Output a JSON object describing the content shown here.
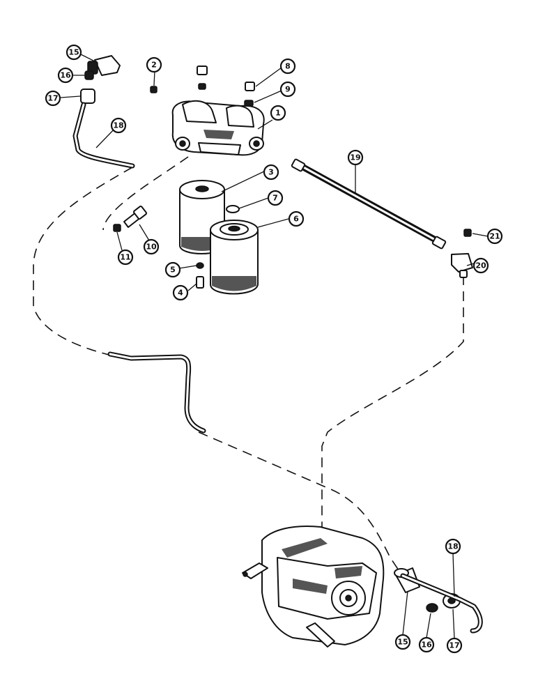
{
  "callouts": {
    "c1": "1",
    "c2": "2",
    "c3": "3",
    "c4": "4",
    "c5": "5",
    "c6": "6",
    "c7": "7",
    "c8": "8",
    "c9": "9",
    "c10": "10",
    "c11": "11",
    "c15a": "15",
    "c16a": "16",
    "c17a": "17",
    "c18a": "18",
    "c19": "19",
    "c20": "20",
    "c21": "21",
    "c15b": "15",
    "c16b": "16",
    "c17b": "17",
    "c18b": "18"
  }
}
